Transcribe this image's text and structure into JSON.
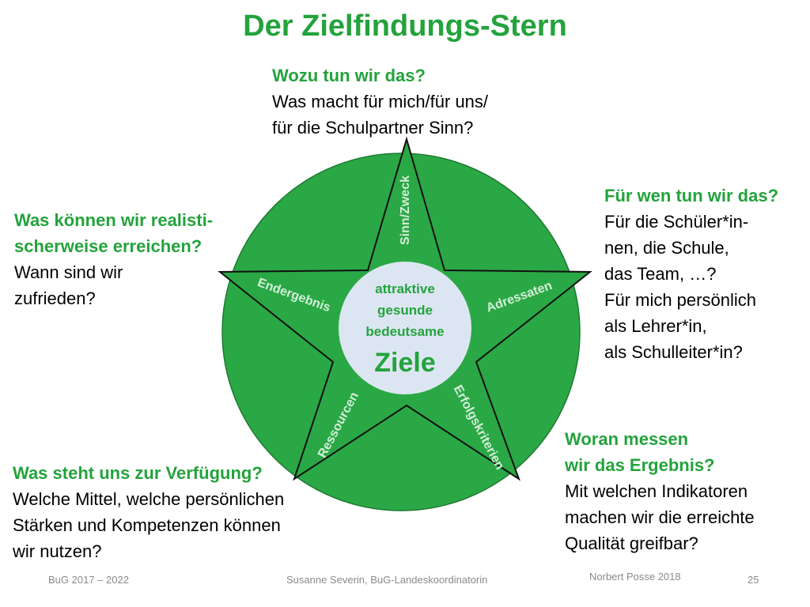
{
  "title": "Der Zielfindungs-Stern",
  "diagram": {
    "center_lines": [
      "attraktive",
      "gesunde",
      "bedeutsame"
    ],
    "center_main": "Ziele",
    "points": {
      "top": "Sinn/Zweck",
      "right": "Adressaten",
      "bottom_right": "Erfolgskriterien",
      "bottom_left": "Ressourcen",
      "left": "Endergebnis"
    },
    "colors": {
      "green": "#23a33c",
      "star_fill": "#2aa845",
      "center_fill": "#dce6f2",
      "point_text": "#d4efd9",
      "center_text": "#23a33c"
    }
  },
  "blocks": {
    "top": {
      "head": [
        "Wozu tun wir das?"
      ],
      "body": [
        "Was macht für mich/für uns/",
        "für die Schulpartner Sinn?"
      ]
    },
    "right": {
      "head": [
        "Für wen tun wir das?"
      ],
      "body": [
        "Für die Schüler*in-",
        "nen, die Schule,",
        "das Team, …?",
        "Für mich persönlich",
        "als Lehrer*in,",
        "als Schulleiter*in?"
      ]
    },
    "left": {
      "head": [
        "Was können wir realisti-",
        "scherweise erreichen?"
      ],
      "body": [
        "Wann sind wir",
        "zufrieden?"
      ]
    },
    "bottom_right": {
      "head": [
        "Woran messen",
        "wir das Ergebnis?"
      ],
      "body": [
        "Mit welchen Indikatoren",
        "machen wir die erreichte",
        "Qualität greifbar?"
      ]
    },
    "bottom_left": {
      "head": [
        "Was steht uns zur Verfügung?"
      ],
      "body": [
        "Welche Mittel, welche persönlichen",
        "Stärken und Kompetenzen können",
        "wir nutzen?"
      ]
    }
  },
  "footer": {
    "left": "BuG 2017 – 2022",
    "center": "Susanne Severin, BuG-Landeskoordinatorin",
    "credit": "Norbert Posse 2018",
    "page": "25"
  }
}
